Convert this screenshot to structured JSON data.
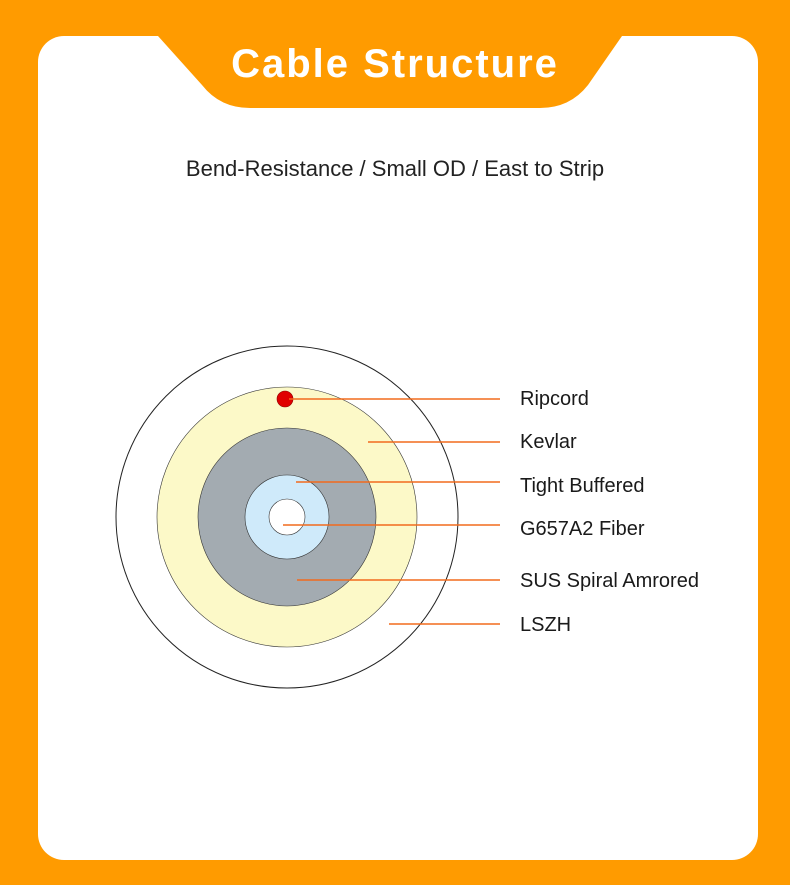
{
  "title": "Cable Structure",
  "subtitle": "Bend-Resistance / Small OD / East to Strip",
  "layers": [
    {
      "label": "Ripcord",
      "color": "#E00000"
    },
    {
      "label": "Kevlar",
      "color": "#FCF9C8"
    },
    {
      "label": "Tight Buffered",
      "color": "#CFEAFA"
    },
    {
      "label": "G657A2 Fiber",
      "color": "#FFFFFF"
    },
    {
      "label": "SUS Spiral Amrored",
      "color": "#A3ABB1"
    },
    {
      "label": "LSZH",
      "color": "#FFFFFF"
    }
  ],
  "colors": {
    "frame": "#FF9B00",
    "leader_line": "#F26B1D"
  }
}
